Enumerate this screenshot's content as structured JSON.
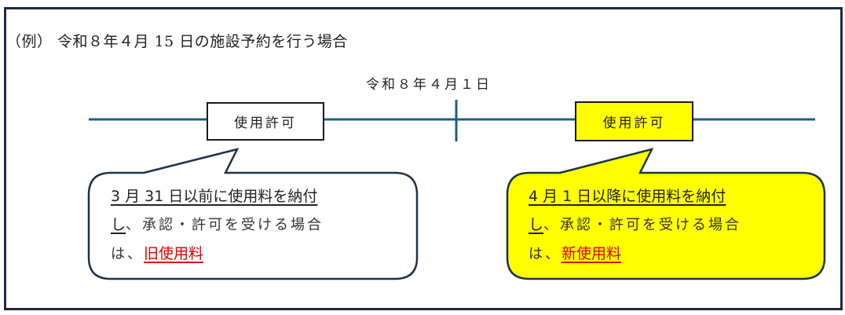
{
  "title": "（例） 令和８年４月 15 日の施設予約を行う場合",
  "timeline": {
    "divider_label": "令和８年４月１日",
    "colors": {
      "line": "#1f5f85",
      "frame": "#1c2a44",
      "highlight": "#ffff00",
      "emphasis": "#e00000"
    }
  },
  "left": {
    "box_label": "使用許可",
    "callout": {
      "line1": "3 月 31 日以前に使用料を納付",
      "line2_underlined": "し",
      "line2_rest": "、承認・許可を受ける場合",
      "line3_prefix": "は、",
      "line3_emphasis": "旧使用料"
    }
  },
  "right": {
    "box_label": "使用許可",
    "callout": {
      "line1": "4 月 1 日以降に使用料を納付",
      "line2_underlined": "し",
      "line2_rest": "、承認・許可を受ける場合",
      "line3_prefix": "は、",
      "line3_emphasis": "新使用料"
    }
  }
}
